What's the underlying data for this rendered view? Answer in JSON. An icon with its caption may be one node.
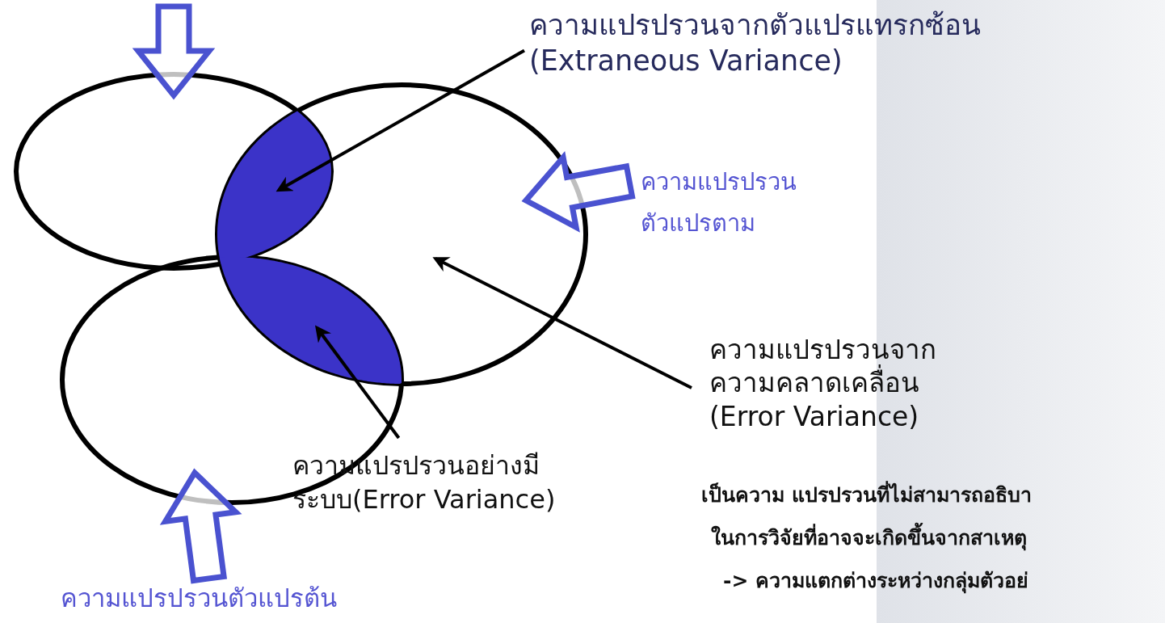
{
  "diagram": {
    "nodes": [
      {
        "text": [],
        "shape": "circle"
      },
      {
        "text": [],
        "shape": "circle"
      },
      {
        "text": [],
        "shape": "circle"
      },
      {
        "text": [],
        "shape": "lens"
      },
      {
        "text": [],
        "shape": "lens"
      },
      {
        "text": [
          "ความแปรปรวนจากตัวแปรแทรกซ้อน",
          "(Extraneous Variance)"
        ]
      },
      {
        "text": [
          "ความแปรปรวนจากความคลาดเคลื่อน",
          "(Error Variance)"
        ]
      },
      {
        "text": [
          "ความแปรปรวนอย่างมีระบบ(Error Variance)"
        ]
      },
      {
        "text": [
          "ความแปรปรวนตัวแปรตาม"
        ]
      },
      {
        "text": [
          "ความแปรปรวนตัวแปรต้น"
        ]
      }
    ],
    "edges": [
      {
        "from": 5,
        "to": 3,
        "arrow": "to"
      },
      {
        "from": 6,
        "to": 1,
        "arrow": "to"
      },
      {
        "from": 7,
        "to": 4,
        "arrow": "to"
      },
      {
        "from": null,
        "to": 0,
        "arrow": "to",
        "style": "thick",
        "color": "#4a52d0"
      },
      {
        "from": 8,
        "to": 1,
        "arrow": "to",
        "style": "thick",
        "color": "#4a52d0"
      },
      {
        "from": 9,
        "to": 2,
        "arrow": "to",
        "style": "thick",
        "color": "#4a52d0"
      }
    ],
    "labels": [
      "เป็นความ แปรปรวนที่ไม่สามารถอธิบา",
      "ในการวิจัยที่อาจจะเกิดขึ้นจากสาเหตุ",
      "-> ความแตกต่างระหว่างกลุ่มตัวอย่"
    ]
  }
}
